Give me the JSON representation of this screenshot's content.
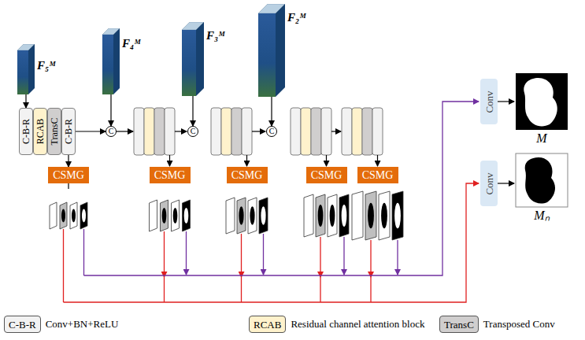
{
  "diagram": {
    "nodes": [
      {
        "text": [
          "F₅ᴹ"
        ]
      },
      {
        "text": [
          "C-B-R"
        ]
      },
      {
        "text": [
          "RCAB"
        ]
      },
      {
        "text": [
          "TransC"
        ]
      },
      {
        "text": [
          "C-B-R"
        ]
      },
      {
        "text": [
          "F₄ᴹ"
        ]
      },
      {
        "text": [
          "C"
        ]
      },
      {
        "text": [
          "F₃ᴹ"
        ]
      },
      {
        "text": [
          "C"
        ]
      },
      {
        "text": [
          "F₂ᴹ"
        ]
      },
      {
        "text": [
          "C"
        ]
      },
      {
        "text": [
          "CSMG"
        ]
      },
      {
        "text": [
          "CSMG"
        ]
      },
      {
        "text": [
          "CSMG"
        ]
      },
      {
        "text": [
          "CSMG"
        ]
      },
      {
        "text": [
          "CSMG"
        ]
      },
      {
        "text": [
          "Conv"
        ]
      },
      {
        "text": [
          "Conv"
        ]
      }
    ],
    "edges": [
      {
        "from": 0,
        "to": 1,
        "arrow": "to"
      },
      {
        "from": 4,
        "to": 6,
        "arrow": "to"
      },
      {
        "from": 5,
        "to": 6,
        "arrow": "to"
      },
      {
        "from": 7,
        "to": 8,
        "arrow": "to"
      },
      {
        "from": 9,
        "to": 10,
        "arrow": "to"
      },
      {
        "from": 4,
        "to": 11,
        "arrow": "to"
      }
    ],
    "labels": [
      "C-B-R",
      "RCAB",
      "TransC",
      "M",
      "Mₙ"
    ],
    "legend": [
      {
        "text": "Conv+BN+ReLU",
        "color": "#f2f2f2"
      },
      {
        "text": "Residual channel attention block",
        "color": "#fff2cc"
      },
      {
        "text": "Transposed Conv",
        "color": "#d0cece"
      }
    ]
  }
}
